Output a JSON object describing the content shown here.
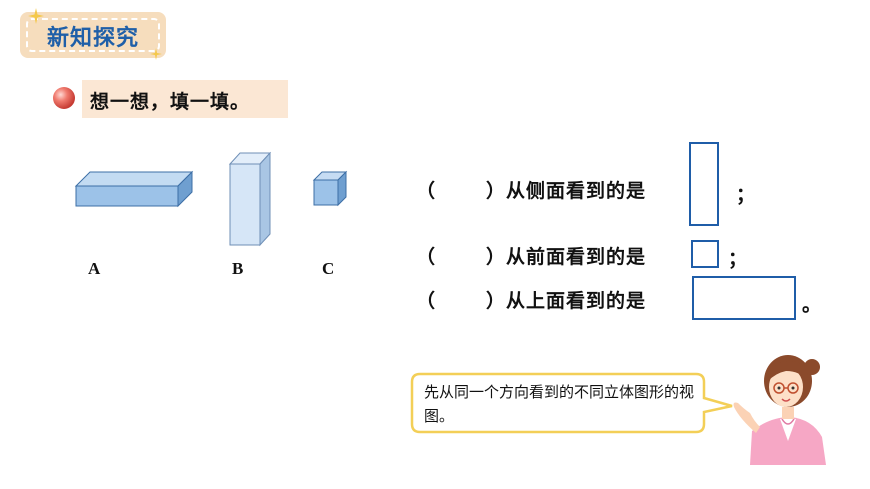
{
  "section_banner": {
    "title": "新知探究"
  },
  "task": {
    "instruction": "想一想，填一填。"
  },
  "shapes": [
    {
      "id": "A",
      "label": "A"
    },
    {
      "id": "B",
      "label": "B"
    },
    {
      "id": "C",
      "label": "C"
    }
  ],
  "questions": [
    {
      "open": "（",
      "close": "）",
      "text": "从侧面看到的是",
      "end": "；"
    },
    {
      "open": "（",
      "close": "）",
      "text": "从前面看到的是",
      "end": "；"
    },
    {
      "open": "（",
      "close": "）",
      "text": "从上面看到的是",
      "end": "。"
    }
  ],
  "hint": {
    "text": "先从同一个方向看到的不同立体图形的视图。"
  },
  "colors": {
    "banner_bg": "#f6ddbd",
    "banner_text": "#1f5fa8",
    "task_bg": "#fbe7d4",
    "box_blue": "#1f5da8",
    "cuboid_fill": "#9cc2e8",
    "bubble_border": "#f3cf57"
  }
}
